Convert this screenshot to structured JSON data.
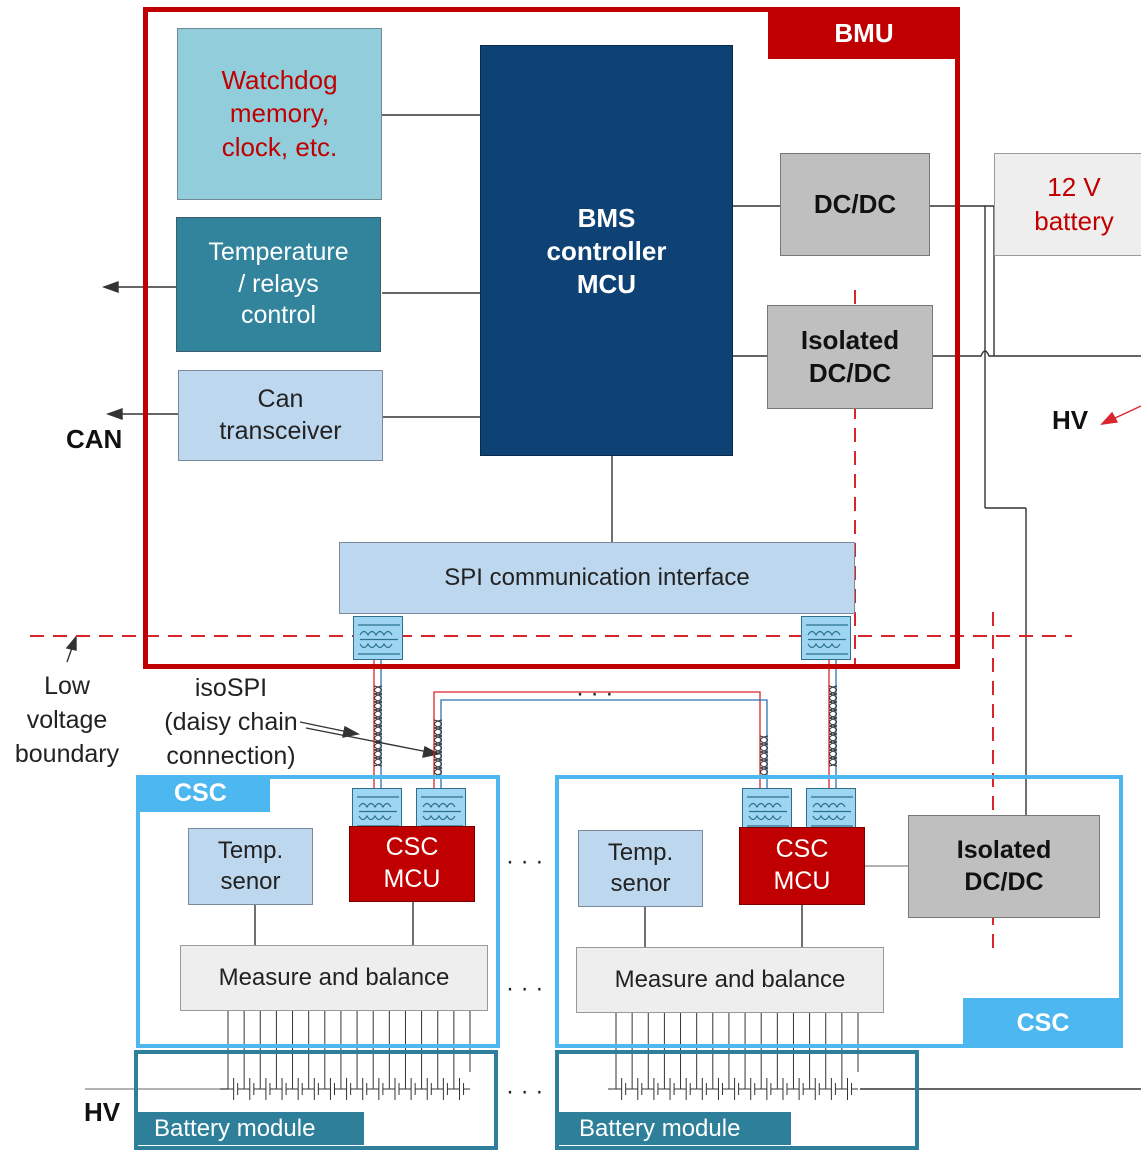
{
  "bmu": {
    "tag": "BMU"
  },
  "blocks": {
    "watchdog": "Watchdog\nmemory,\nclock, etc.",
    "temp_relays": "Temperature\n/ relays\ncontrol",
    "can_transceiver": "Can\ntransceiver",
    "bms_mcu": "BMS\ncontroller\nMCU",
    "dcdc": "DC/DC",
    "isolated_dcdc": "Isolated\nDC/DC",
    "battery_12v": "12 V\nbattery",
    "spi": "SPI communication interface"
  },
  "labels": {
    "can": "CAN",
    "hv_right": "HV",
    "hv_bottom": "HV",
    "low_voltage_boundary": "Low\nvoltage\nboundary",
    "isospi": "isoSPI\n(daisy chain\nconnection)",
    "ellipsis": "· · ·"
  },
  "csc_left": {
    "tag": "CSC",
    "temp_sensor": "Temp.\nsenor",
    "mcu": "CSC\nMCU",
    "measure": "Measure and balance",
    "battery_module": "Battery module"
  },
  "csc_right": {
    "tag": "CSC",
    "temp_sensor": "Temp.\nsenor",
    "mcu": "CSC\nMCU",
    "measure": "Measure and balance",
    "isolated_dcdc": "Isolated\nDC/DC",
    "battery_module": "Battery module"
  },
  "colors": {
    "bmu_red": "#c00000",
    "csc_blue": "#4db8ef",
    "module_teal": "#2e7f9a",
    "mcu_navy": "#0e4275",
    "light_blue": "#bdd7ee",
    "watchdog_blue": "#92cddc",
    "temp_teal": "#31849b",
    "gray": "#bfbfbf",
    "boundary_red": "#d9262c"
  }
}
